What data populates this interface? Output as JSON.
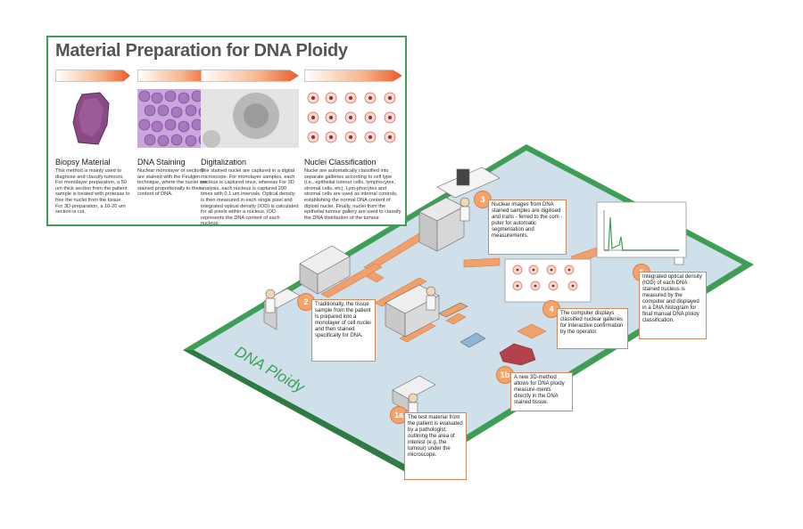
{
  "panel": {
    "title": "Material Preparation for DNA Ploidy",
    "columns": [
      {
        "heading": "Biopsy Material",
        "text": "This method is mainly used to diagnose and classify tumours. For monolayer preparation, a 50 um thick section from the patient sample is treated with protease to free the nuclei from the tissue. For 3D-preparation, a 10-20 um section is cut."
      },
      {
        "heading": "DNA Staining",
        "text": "Nuclear monolayer or sections are stained with the Feulgen technique, where the nuclei are stained proportionally to their content of DNA."
      },
      {
        "heading": "Digitalization",
        "text": "The stained nuclei are captured in a digital microscope. For monolayer samples, each nucleus is captured once, whereas For 3D analysis, each nucleus is captured 200 times with 0.1 um intervals. Optical density is then measured in each single pixel and integrated optical density (IOD) is calculated for all pixels within a nucleus. IOD represents the DNA content of each nucleus."
      },
      {
        "heading": "Nuclei Classification",
        "text": "Nuclei are automatically classified into separate galleries according to cell type (i.e., epithelial tumour cells, lymphocytes, stromal cells, etc). Lym-phocytes and stromal cells are used as internal controls, establishing the normal DNA content of diploid nuclei. Finally, nuclei from the epithelial tumour gallery are used to classify the DNA distribution of the tumour."
      }
    ]
  },
  "platform_label": "DNA Ploidy",
  "steps": [
    {
      "number": "3",
      "text": "Nuclear images from DNA stained samples are digitised and trans - ferred to the com - puter for automatic segmentation and measurements."
    },
    {
      "number": "2",
      "text": "Traditionally, the tissue sample from the patient is prepared into a monolayer of cell nuclei and then stained specifically for DNA."
    },
    {
      "number": "4",
      "text": "The computer displays classified nuclear galleries for interactive confirmation by the operator."
    },
    {
      "number": "5",
      "text": "Integrated optical density (IOD) of each DNA stained nucleus is measured by the computer and displayed in a DNA histogram for final manual DNA ploidy classification."
    },
    {
      "number": "1b",
      "text": "A new 3D-method allows for DNA ploidy measure-ments directly in the DNA stained tissue."
    },
    {
      "number": "1a",
      "text": "The test material from the patient is evaluated by a pathologist, outlining the area of interest (e.g. the tumour) under the microscope."
    }
  ],
  "colors": {
    "accent_green": "#3e9e56",
    "platform_fill": "#cfe0ea",
    "orange": "#f4a36a",
    "biopsy": "#8a4a86",
    "stain": "#a777c0"
  }
}
